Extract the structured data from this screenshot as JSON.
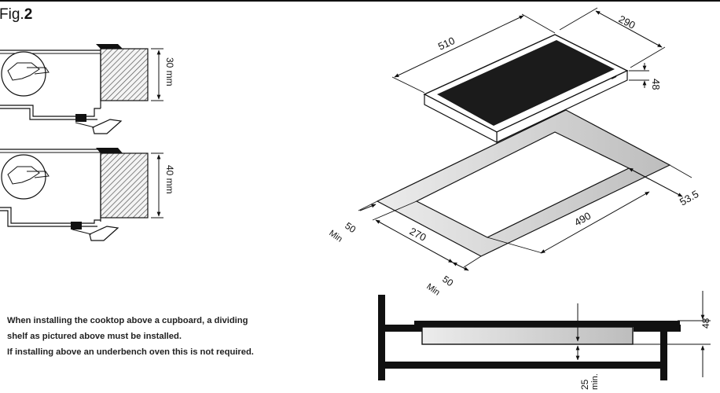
{
  "figure": {
    "prefix": "Fig.",
    "number": "2"
  },
  "bench_details": {
    "upper": {
      "thickness_label": "30 mm"
    },
    "lower": {
      "thickness_label": "40 mm"
    }
  },
  "cooktop": {
    "length": "510",
    "width": "290",
    "height": "48"
  },
  "cutout": {
    "length": "490",
    "width": "270",
    "back_clearance": "53.5",
    "side_clearance": "50",
    "side_clearance_min": "Min",
    "front_clearance": "50",
    "front_clearance_min": "Min"
  },
  "section": {
    "height": "48",
    "shelf_gap": "25",
    "shelf_gap_min": "min."
  },
  "note": {
    "line1": "When installing the cooktop above a cupboard, a dividing",
    "line2": "shelf as pictured above must be installed.",
    "line3": "If installing above an underbench oven this is not required."
  },
  "colors": {
    "ink": "#111111",
    "glass": "#1b1b1b",
    "hatch": "#555555",
    "shade": "#d9d9d9"
  }
}
